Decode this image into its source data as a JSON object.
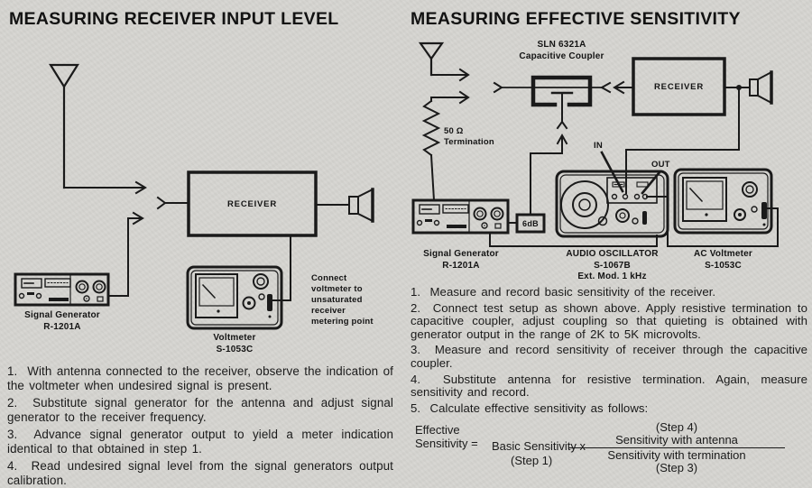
{
  "page": {
    "background": "#d6d5d1",
    "ink": "#1a1a1a"
  },
  "left": {
    "title": "MEASURING RECEIVER INPUT LEVEL",
    "diagram": {
      "receiver_label": "RECEIVER",
      "signal_generator_label": "Signal Generator\nR-1201A",
      "voltmeter_label": "Voltmeter\nS-1053C",
      "note": "Connect\nvoltmeter to\nunsaturated\nreceiver\nmetering point",
      "icons": [
        "antenna-icon",
        "speaker-icon",
        "signal-generator-device",
        "voltmeter-device"
      ]
    },
    "steps": [
      "1.  With antenna connected to the receiver, observe the indication of the voltmeter when undesired signal is present.",
      "2.  Substitute signal generator for the antenna and adjust signal generator to the receiver frequency.",
      "3.  Advance signal generator output to yield a meter indication identical to that obtained in step 1.",
      "4.  Read undesired signal level from the signal generators output calibration."
    ]
  },
  "right": {
    "title": "MEASURING EFFECTIVE SENSITIVITY",
    "diagram": {
      "coupler_label": "SLN 6321A\nCapacitive Coupler",
      "receiver_label": "RECEIVER",
      "termination_label": "50 Ω\nTermination",
      "attenuator_label": "6dB",
      "in_label": "IN",
      "out_label": "OUT",
      "signal_generator_label": "Signal Generator\nR-1201A",
      "oscillator_label": "AUDIO OSCILLATOR\nS-1067B\nExt. Mod. 1 kHz",
      "ac_voltmeter_label": "AC Voltmeter\nS-1053C",
      "icons": [
        "antenna-icon",
        "resistor-icon",
        "speaker-icon",
        "audio-oscillator-device",
        "ac-voltmeter-device"
      ]
    },
    "steps": [
      "1.  Measure and record basic sensitivity of the receiver.",
      "2.  Connect test setup as shown above. Apply resistive termination to capacitive coupler, adjust coupling so that quieting is obtained with generator output in the range of 2K to 5K microvolts.",
      "3.  Measure and record sensitivity of receiver through the capacitive coupler.",
      "4.  Substitute antenna for resistive termination. Again, measure sensitivity and record.",
      "5.  Calculate effective sensitivity as follows:"
    ],
    "formula": {
      "lhs": "Effective\nSensitivity =",
      "factor": "Basic Sensitivity x",
      "factor_sub": "(Step 1)",
      "num_step": "(Step 4)",
      "numerator": "Sensitivity with antenna",
      "denominator": "Sensitivity with termination",
      "den_step": "(Step 3)"
    }
  }
}
